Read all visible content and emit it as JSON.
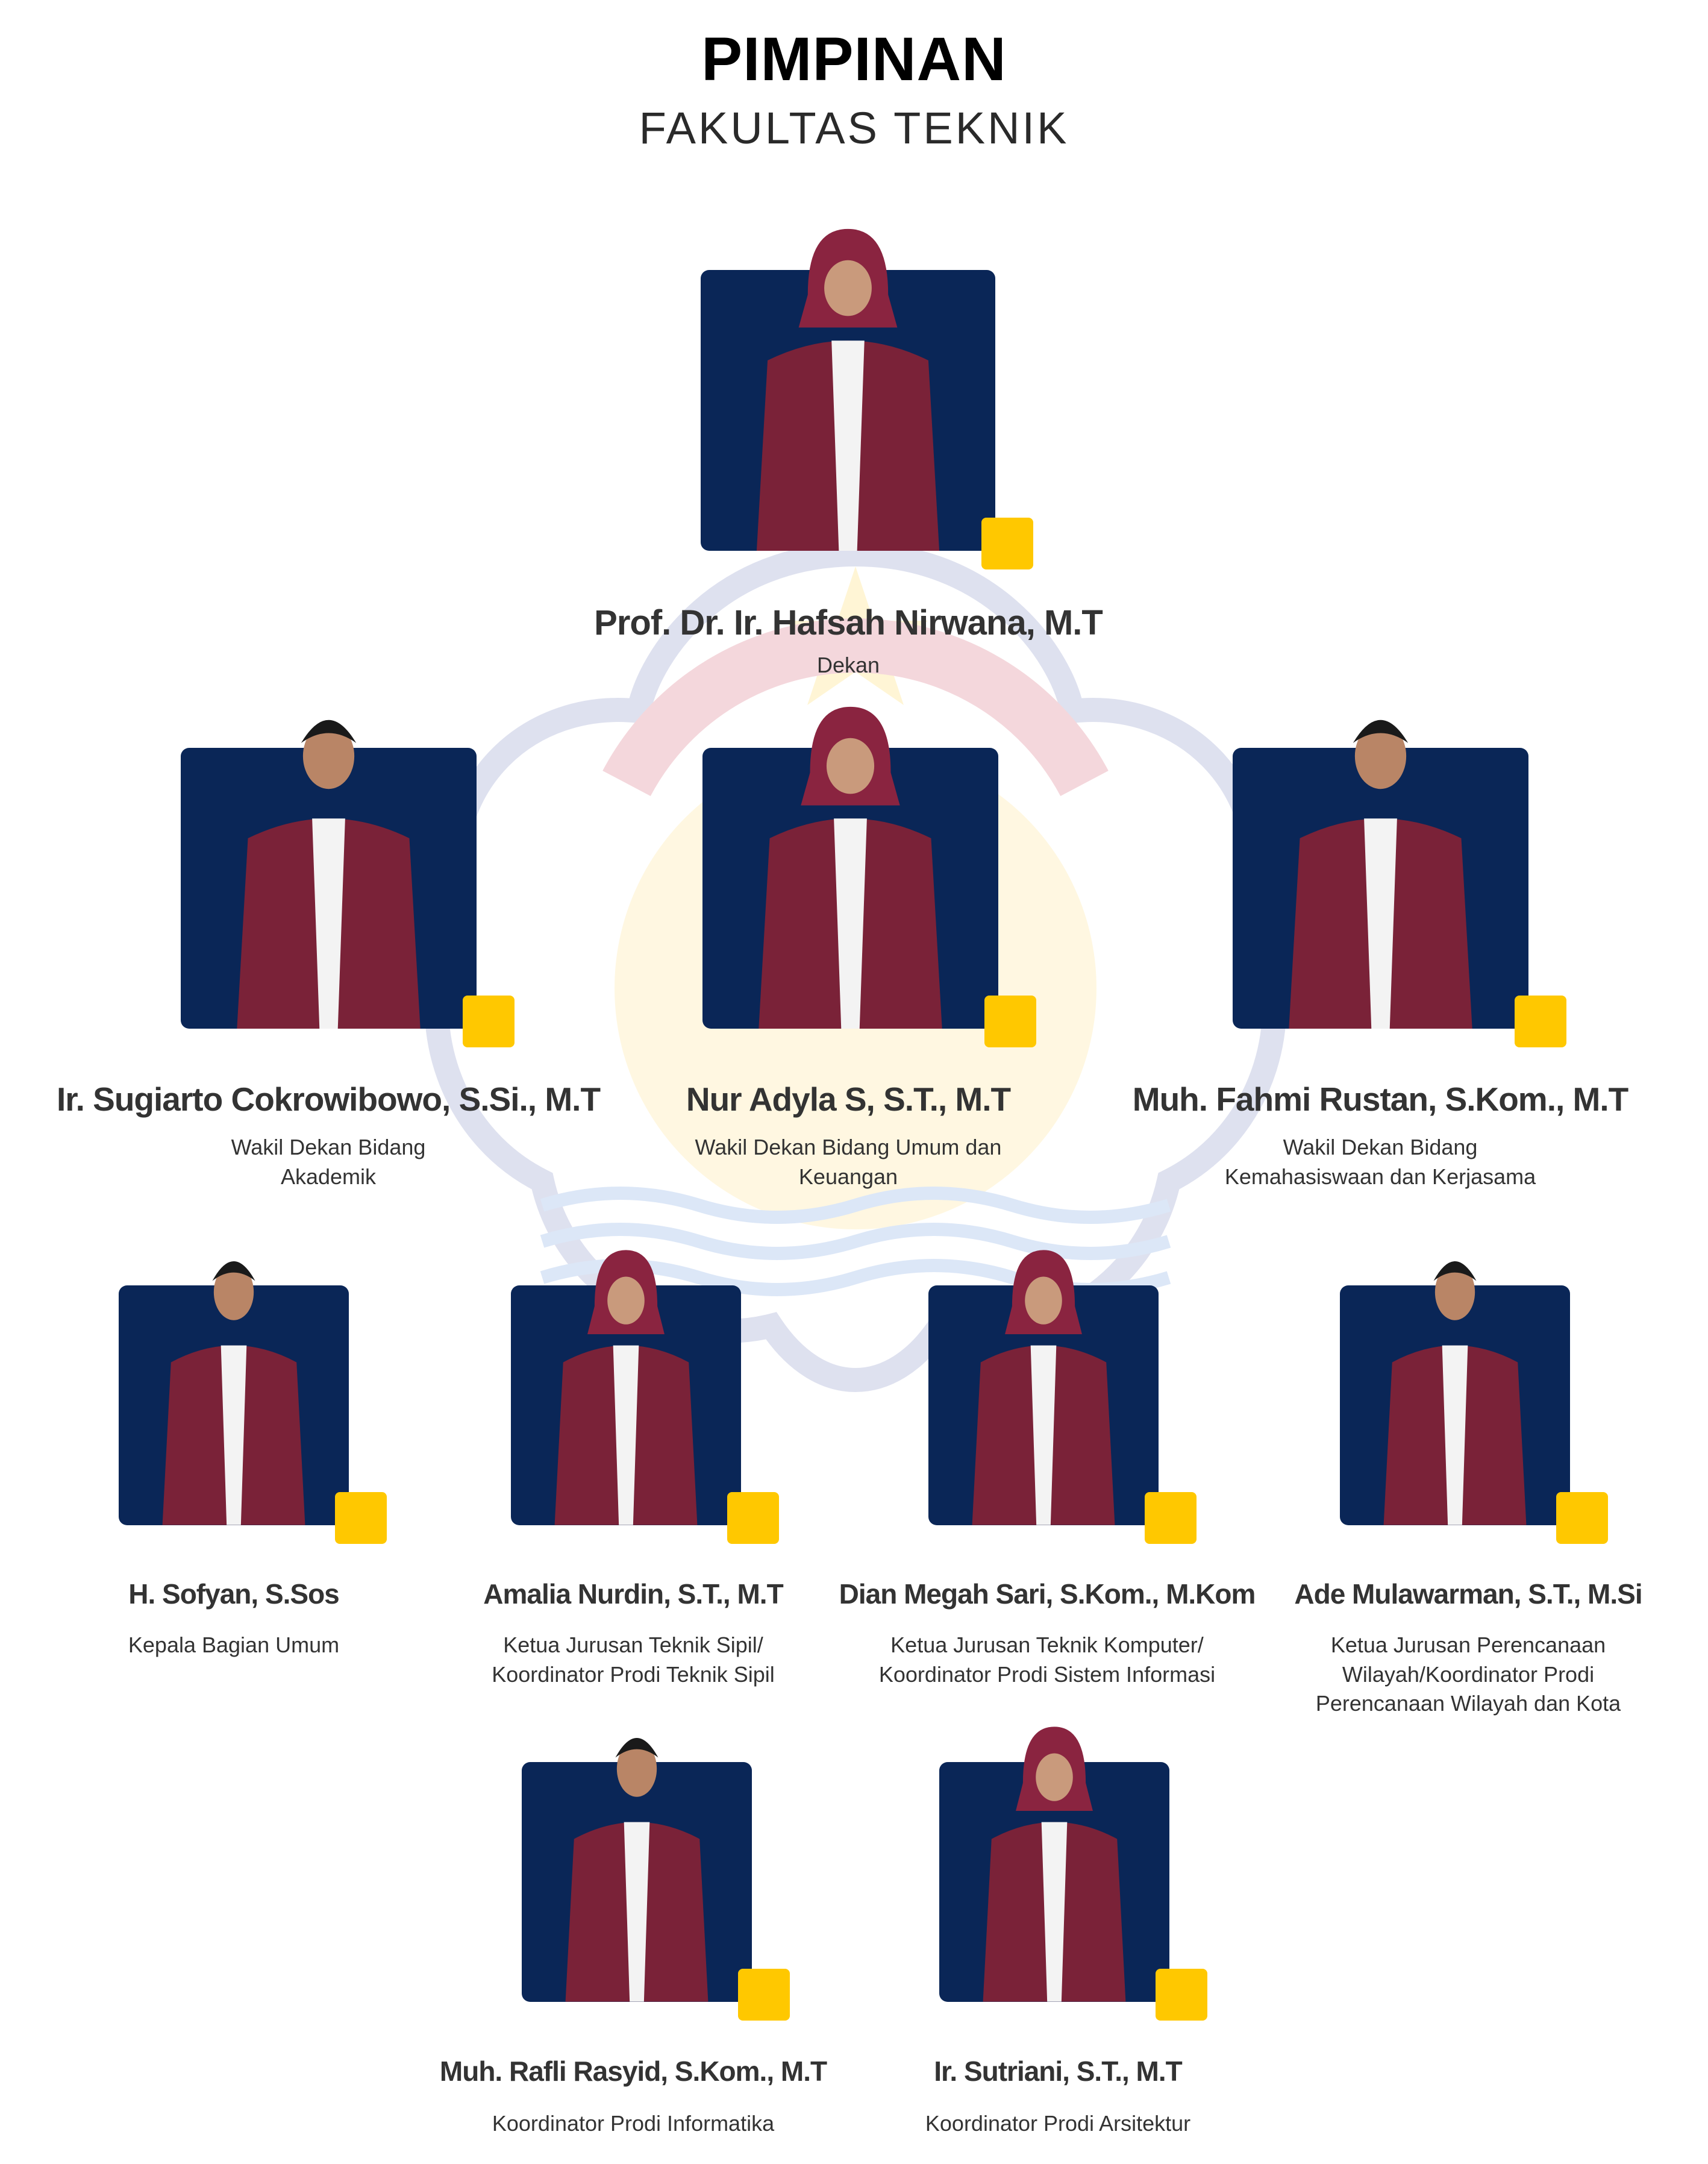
{
  "header": {
    "title": "PIMPINAN",
    "subtitle": "FAKULTAS TEKNIK"
  },
  "colors": {
    "card_bg": "#0a2657",
    "accent": "#ffc800",
    "jacket": "#7a2238"
  },
  "people": [
    {
      "name": "Prof. Dr. Ir. Hafsah Nirwana, M.T",
      "role_lines": [
        "Dekan"
      ],
      "hijab": true
    },
    {
      "name": "Ir. Sugiarto Cokrowibowo, S.Si., M.T",
      "role_lines": [
        "Wakil Dekan Bidang",
        "Akademik"
      ],
      "hijab": false
    },
    {
      "name": "Nur Adyla S, S.T., M.T",
      "role_lines": [
        "Wakil Dekan Bidang Umum dan",
        "Keuangan"
      ],
      "hijab": true
    },
    {
      "name": "Muh. Fahmi Rustan, S.Kom., M.T",
      "role_lines": [
        "Wakil Dekan Bidang",
        "Kemahasiswaan dan Kerjasama"
      ],
      "hijab": false
    },
    {
      "name": "H. Sofyan, S.Sos",
      "role_lines": [
        "Kepala Bagian Umum"
      ],
      "hijab": false
    },
    {
      "name": "Amalia Nurdin, S.T., M.T",
      "role_lines": [
        "Ketua Jurusan Teknik Sipil/",
        "Koordinator Prodi Teknik Sipil"
      ],
      "hijab": true
    },
    {
      "name": "Dian Megah Sari, S.Kom., M.Kom",
      "role_lines": [
        "Ketua Jurusan Teknik Komputer/",
        "Koordinator Prodi Sistem Informasi"
      ],
      "hijab": true
    },
    {
      "name": "Ade Mulawarman, S.T., M.Si",
      "role_lines": [
        "Ketua Jurusan Perencanaan",
        "Wilayah/Koordinator Prodi",
        "Perencanaan Wilayah dan Kota"
      ],
      "hijab": false
    },
    {
      "name": "Muh. Rafli Rasyid, S.Kom., M.T",
      "role_lines": [
        "Koordinator Prodi Informatika"
      ],
      "hijab": false
    },
    {
      "name": "Ir. Sutriani, S.T., M.T",
      "role_lines": [
        "Koordinator Prodi Arsitektur"
      ],
      "hijab": true
    }
  ]
}
